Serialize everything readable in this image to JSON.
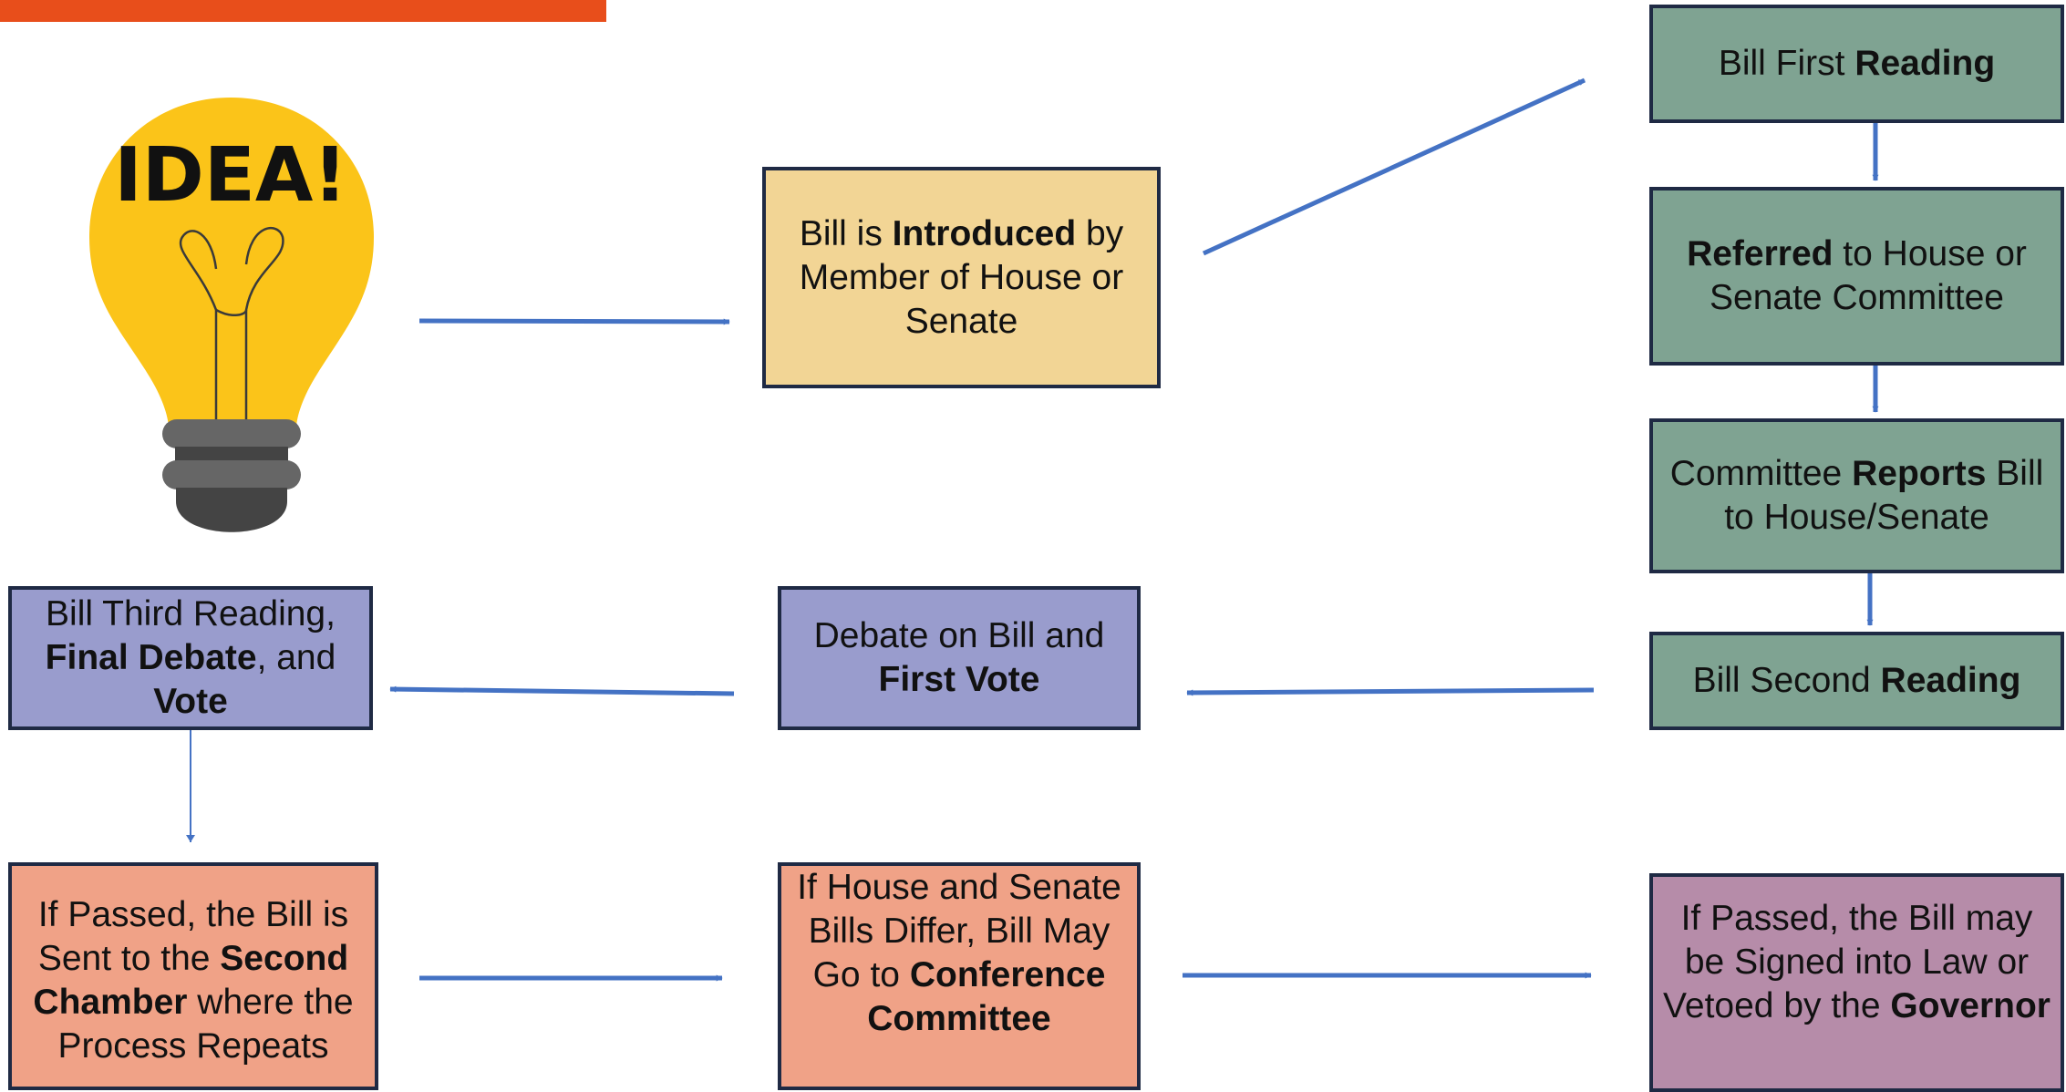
{
  "colors": {
    "accent_bar": "#e84e1b",
    "arrow": "#4472c4",
    "bulb": "#fbc419",
    "bulb_base_light": "#666666",
    "bulb_base_dark": "#444444",
    "filament": "#3a3a3a",
    "introduced": "#f2d595",
    "legislative": "#7fa392",
    "vote": "#999ccd",
    "chamber": "#f0a287",
    "governor": "#b68ca9",
    "border": "#1f2a44"
  },
  "idea": {
    "text": "IDEA!",
    "icon": "lightbulb-icon"
  },
  "nodes": {
    "introduced": {
      "p1": "Bill is ",
      "b1": "Introduced",
      "p2": " by Member of House or Senate"
    },
    "first_reading": {
      "p1": "Bill First ",
      "b1": "Reading"
    },
    "referred": {
      "b1": "Referred",
      "p1": " to House or Senate Committee"
    },
    "reports": {
      "p1": "Committee ",
      "b1": "Reports",
      "p2": " Bill to House/Senate"
    },
    "second_reading": {
      "p1": "Bill Second ",
      "b1": "Reading"
    },
    "debate": {
      "p1": "Debate on Bill and ",
      "b1": "First Vote"
    },
    "third_reading": {
      "p1": "Bill Third Reading, ",
      "b1": "Final Debate",
      "p2": ", and ",
      "b2": "Vote"
    },
    "second_chamber": {
      "p1": "If Passed, the Bill is Sent to the ",
      "b1": "Second Chamber",
      "p2": " where the Process Repeats"
    },
    "conference": {
      "p1": "If House and Senate Bills Differ, Bill May Go to ",
      "b1": "Conference Committee"
    },
    "governor": {
      "p1": "If Passed, the Bill may be Signed into Law or Vetoed by the ",
      "b1": "Governor"
    }
  }
}
